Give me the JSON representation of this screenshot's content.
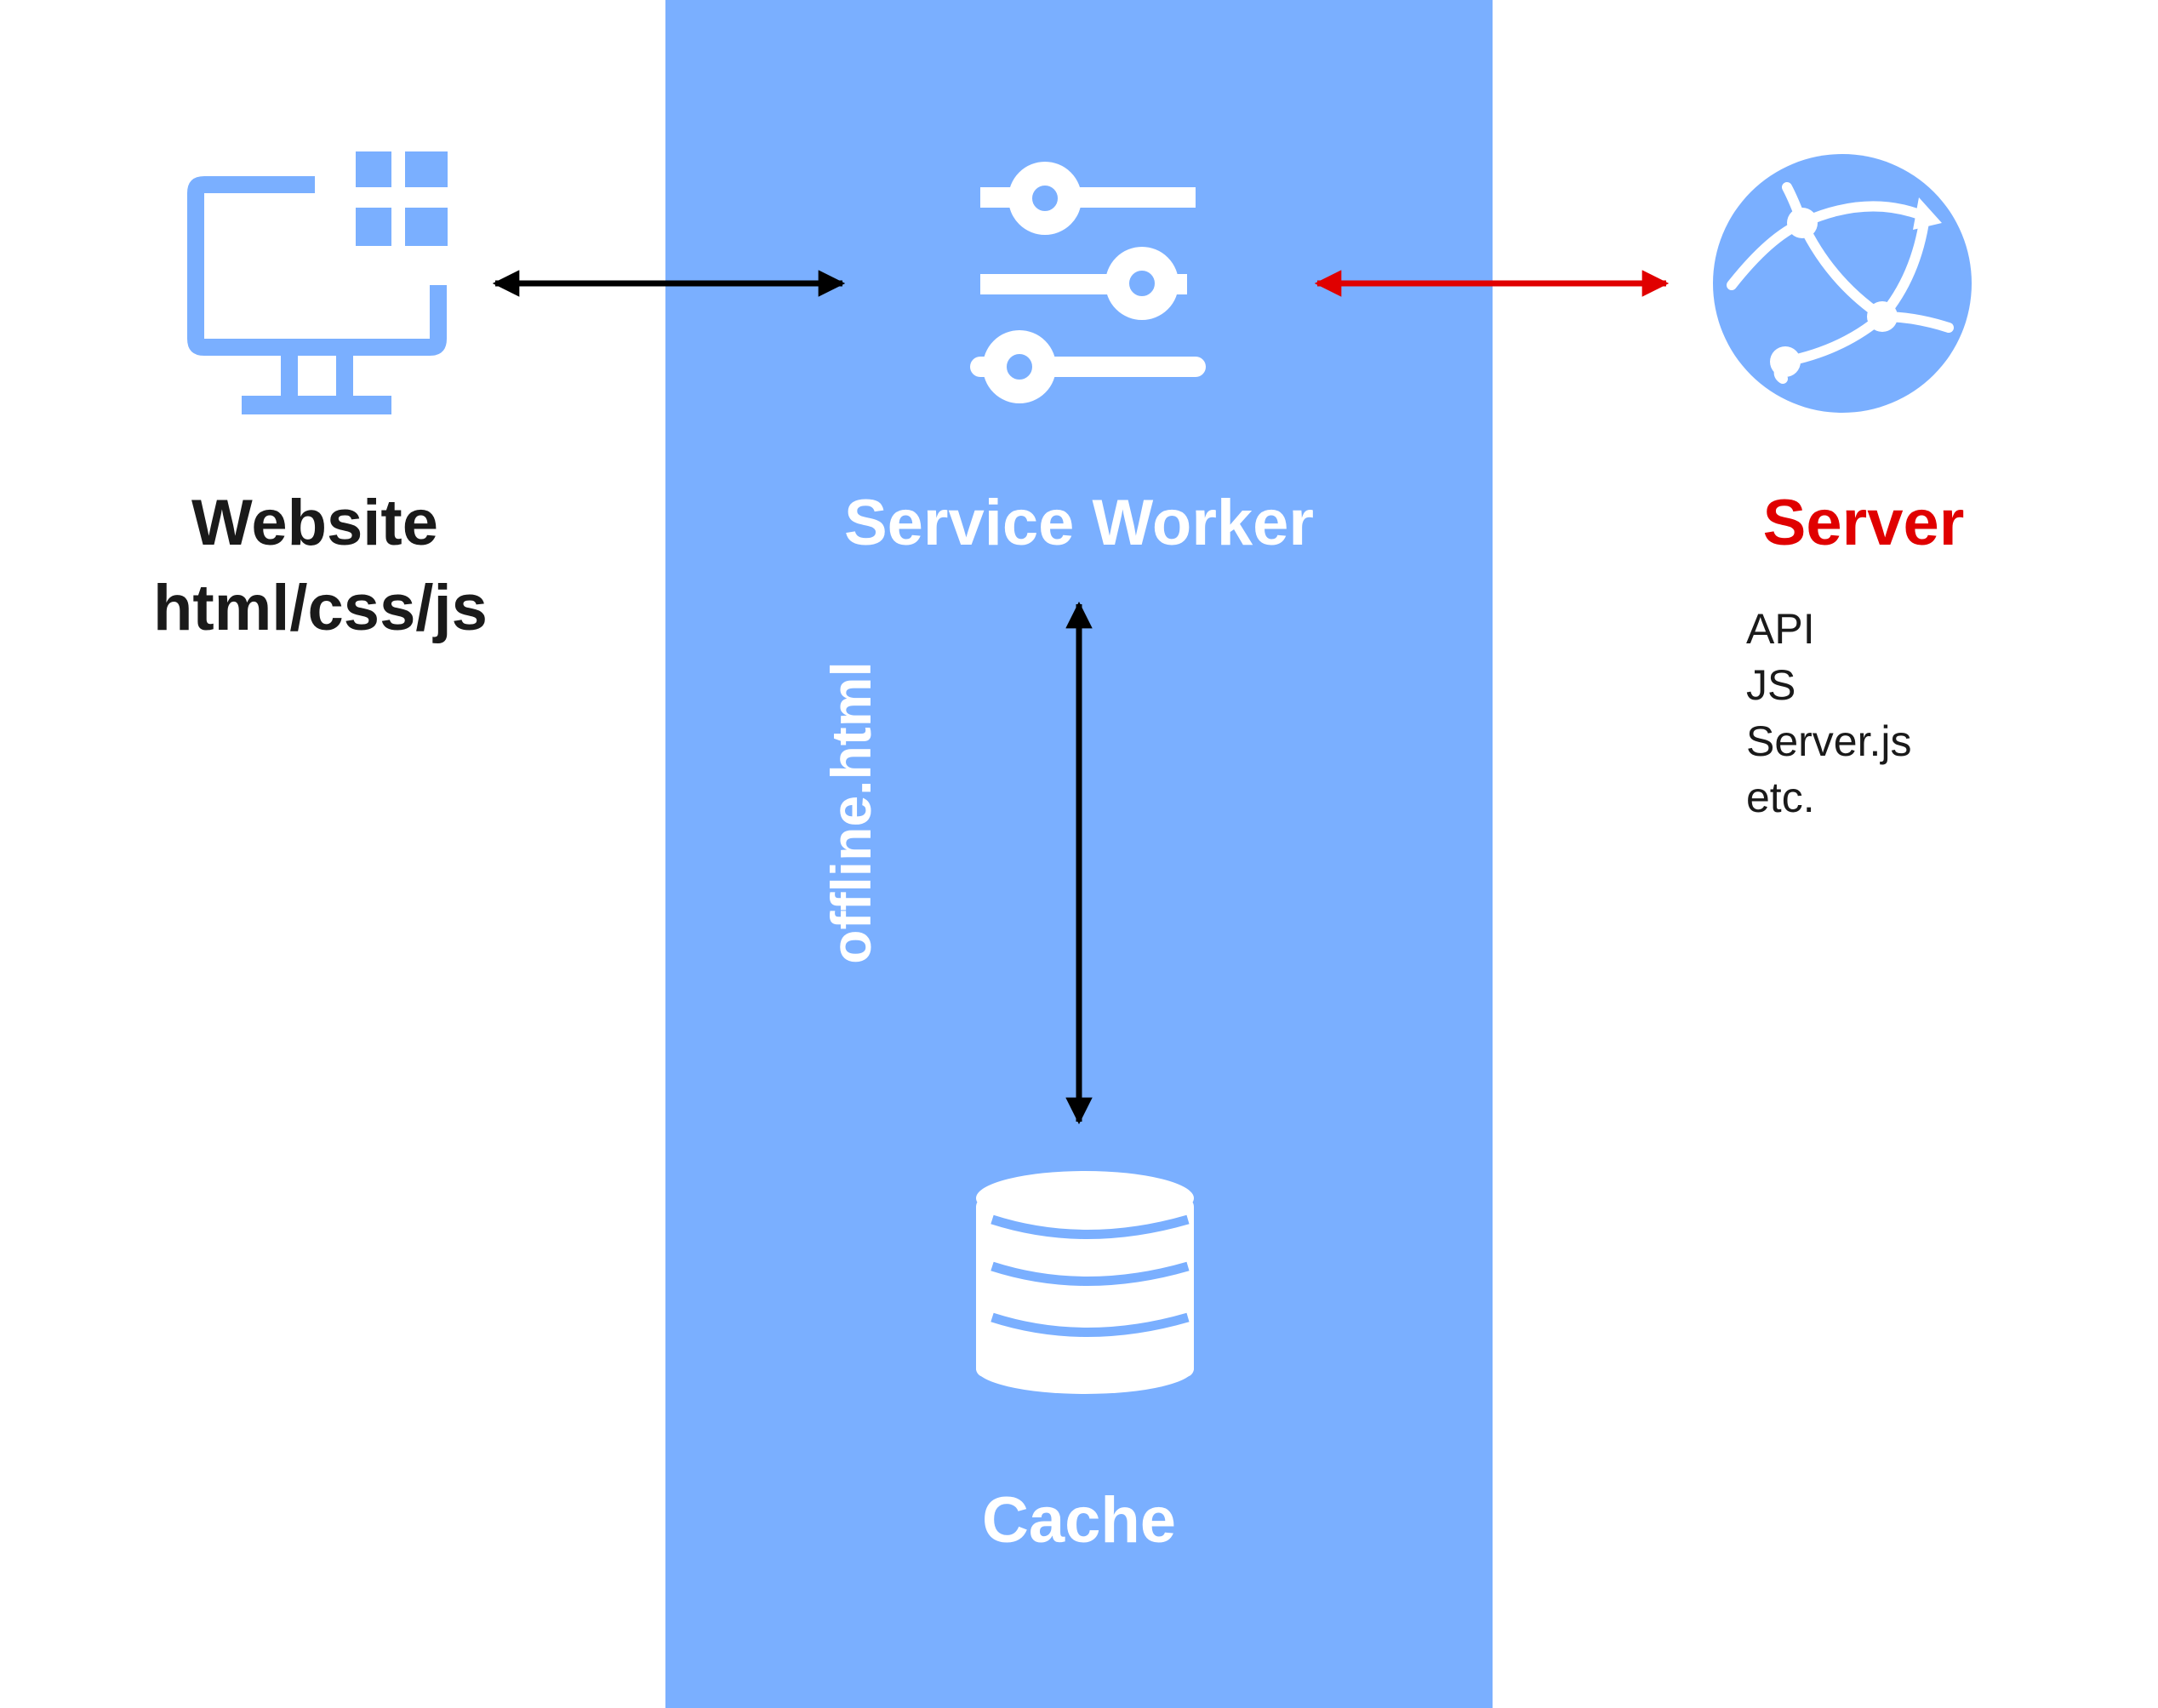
{
  "website": {
    "title_line1": "Website",
    "title_line2": "html/css/js",
    "icon": "desktop-monitor-icon"
  },
  "service_worker": {
    "title": "Service Worker",
    "icon": "sliders-icon"
  },
  "cache": {
    "title": "Cache",
    "icon": "database-icon"
  },
  "server": {
    "title": "Server",
    "icon": "network-globe-icon",
    "items": [
      "API",
      "JS",
      "Server.js",
      "etc."
    ]
  },
  "connections": {
    "website_to_worker": {
      "color": "#000000"
    },
    "worker_to_server": {
      "color": "#e00000"
    },
    "worker_to_cache": {
      "color": "#000000",
      "label": "offline.html"
    }
  },
  "colors": {
    "band": "#7aafff",
    "icon_blue": "#7aafff",
    "accent_red": "#e00000"
  }
}
